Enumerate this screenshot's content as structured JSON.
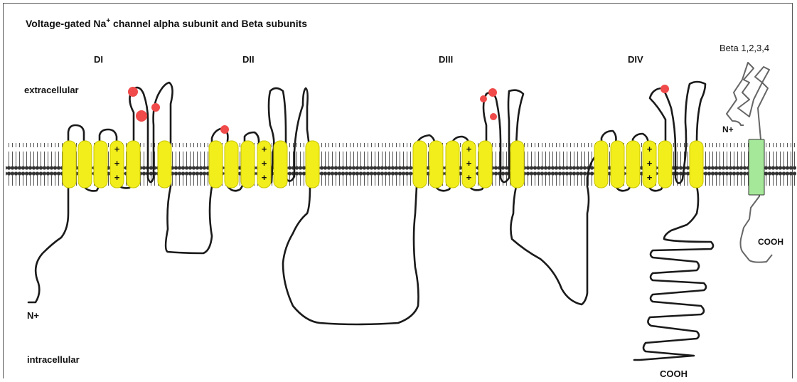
{
  "title": {
    "part1": "Voltage-gated Na",
    "sup": "+",
    "part2": " channel alpha subunit and Beta subunits"
  },
  "domains": [
    "DI",
    "DII",
    "DIII",
    "DIV"
  ],
  "labels": {
    "extracellular": "extracellular",
    "intracellular": "intracellular",
    "n_terminus_alpha": "N+",
    "cooh_alpha": "COOH",
    "beta_title": "Beta 1,2,3,4",
    "n_terminus_beta": "N+",
    "cooh_beta": "COOH"
  },
  "voltage_sensor_symbol": "+",
  "colors": {
    "helix": "#f2ee1c",
    "helix_stroke": "#c9c400",
    "beta_helix": "#a6e89a",
    "glycosylation": "#f04a4a",
    "chain": "#1a1a1a",
    "beta_chain": "#555555"
  }
}
